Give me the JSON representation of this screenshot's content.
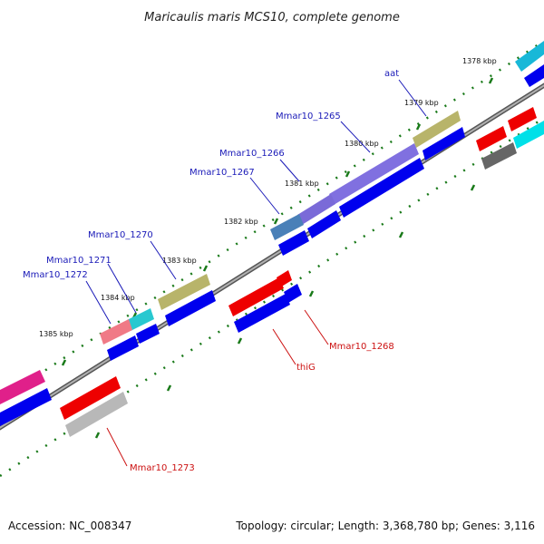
{
  "title": "Maricaulis maris MCS10, complete genome",
  "footer": {
    "accession": "Accession: NC_008347",
    "summary": "Topology: circular; Length: 3,368,780 bp; Genes: 3,116"
  },
  "scale_labels": [
    "1378 kbp",
    "1379 kbp",
    "1380 kbp",
    "1381 kbp",
    "1382 kbp",
    "1383 kbp",
    "1384 kbp",
    "1385 kbp"
  ],
  "genes_forward": [
    "aat",
    "Mmar10_1265",
    "Mmar10_1266",
    "Mmar10_1267",
    "Mmar10_1270",
    "Mmar10_1271",
    "Mmar10_1272"
  ],
  "genes_reverse": [
    "Mmar10_1268",
    "thiG",
    "Mmar10_1273"
  ],
  "colors": {
    "backbone": "#7a7a7a",
    "cds": "#0000ee",
    "scale_ticks": "#1a7a1a",
    "forward_label": "#1a1ab8",
    "reverse_label": "#cc1111"
  }
}
